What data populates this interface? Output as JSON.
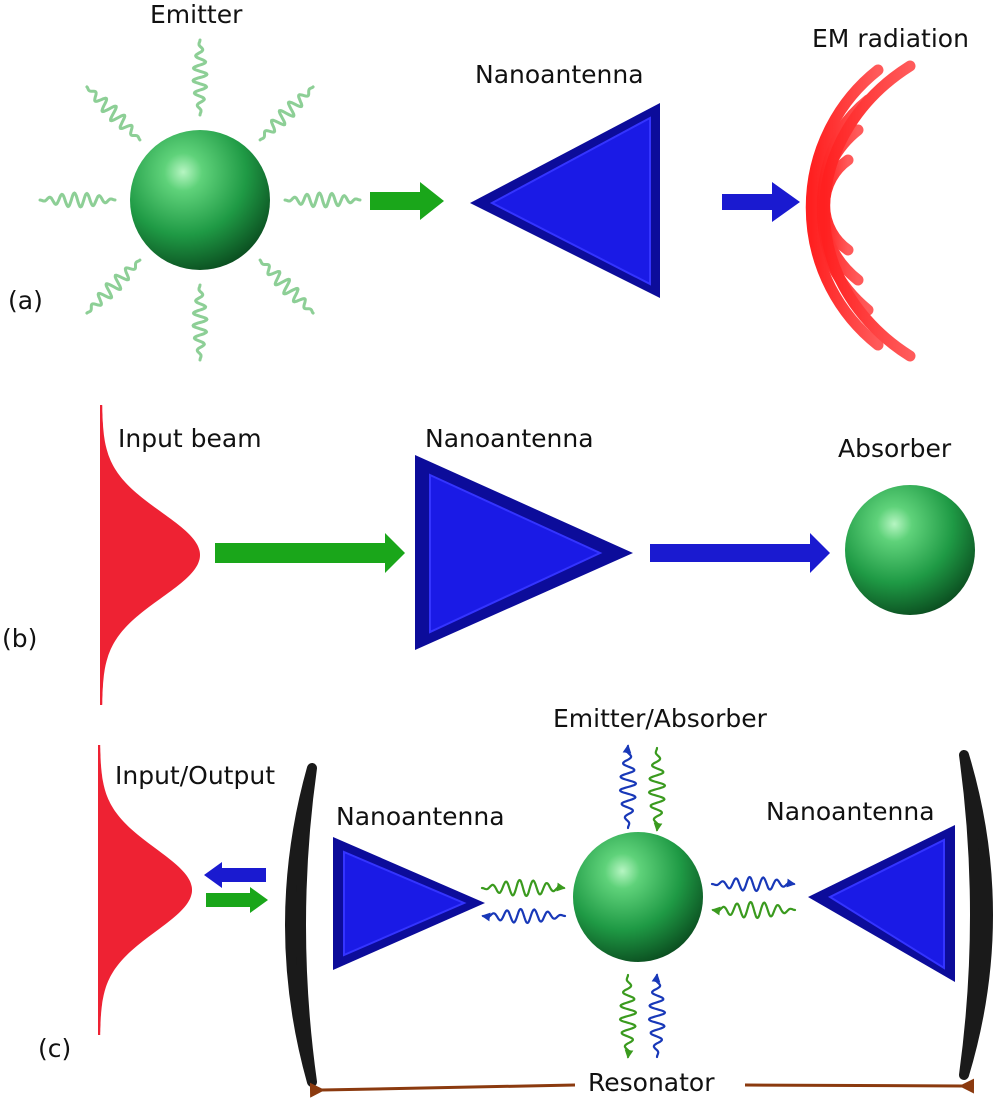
{
  "panel_a": {
    "tag": "(a)",
    "emitter_label": "Emitter",
    "antenna_label": "Nanoantenna",
    "radiation_label": "EM radiation"
  },
  "panel_b": {
    "tag": "(b)",
    "input_label": "Input beam",
    "antenna_label": "Nanoantenna",
    "absorber_label": "Absorber"
  },
  "panel_c": {
    "tag": "(c)",
    "input_output_label": "Input/Output",
    "left_antenna_label": "Nanoantenna",
    "center_label": "Emitter/Absorber",
    "right_antenna_label": "Nanoantenna",
    "resonator_label": "Resonator"
  },
  "colors": {
    "emitter_green": "#1fa84a",
    "wave_light_green": "#8dcf96",
    "arrow_green": "#1aa61a",
    "antenna_blue": "#1414c8",
    "arrow_blue": "#1a1ad0",
    "radiation_red": "#ff3636",
    "beam_red": "#ee2233",
    "mirror_black": "#1a1a1a",
    "resonator_brown": "#8b3a0f",
    "wave_dark_green": "#3a9a1e",
    "wave_dark_blue": "#1838b8"
  }
}
